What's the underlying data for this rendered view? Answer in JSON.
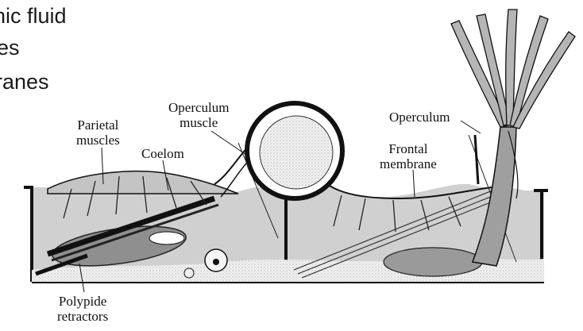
{
  "slide_text": {
    "lines": [
      "nic fluid",
      "es",
      "ranes"
    ]
  },
  "diagram": {
    "labels": {
      "parietal_muscles": [
        "Parietal",
        "muscles"
      ],
      "coelom": "Coelom",
      "operculum_muscle": [
        "Operculum",
        "muscle"
      ],
      "operculum": "Operculum",
      "frontal_membrane": [
        "Frontal",
        "membrane"
      ],
      "polypide_retractors": [
        "Polypide",
        "retractors"
      ]
    },
    "colors": {
      "tissue_fill": "#cfcfcf",
      "dark_tissue": "#8a8a8a",
      "outline": "#111111",
      "stipple": "#e6e6e6"
    }
  }
}
